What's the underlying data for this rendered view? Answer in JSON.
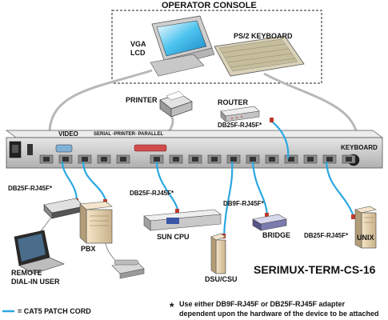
{
  "labels": {
    "operator_console": "OPERATOR CONSOLE",
    "vga": "VGA",
    "lcd": "LCD",
    "ps2_keyboard": "PS/2 KEYBOARD",
    "printer": "PRINTER",
    "router": "ROUTER",
    "video": "VIDEO",
    "serial_printer_parallel": "SERIAL -PRINTER- PARALLEL",
    "keyboard": "KEYBOARD",
    "db25_router": "DB25F-RJ45F*",
    "db25_left": "DB25F-RJ45F*",
    "db25_center": "DB25F-RJ45F*",
    "db9_dsu": "DB9F-RJ45F*",
    "db25_unix": "DB25F-RJ45F*",
    "pbx": "PBX",
    "sun_cpu": "SUN CPU",
    "bridge": "BRIDGE",
    "unix": "UNIX",
    "dsu_csu": "DSU/CSU",
    "remote_user": "REMOTE",
    "dial_in_user": "DIAL-IN USER",
    "product": "SERIMUX-TERM-CS-16",
    "legend": "= CAT5 PATCH CORD",
    "footnote_line1": "Use either DB9F-RJ45F or DB25F-RJ45F adapter",
    "footnote_line2": "dependent upon the hardware of the device to be attached",
    "asterisk": "*"
  },
  "colors": {
    "cat5": "#2aa8e0",
    "ps2_cable": "#b8b8b8",
    "chassis": "#d2d2d2",
    "port": "#8f8f8f",
    "adapter": "#c0392b"
  }
}
